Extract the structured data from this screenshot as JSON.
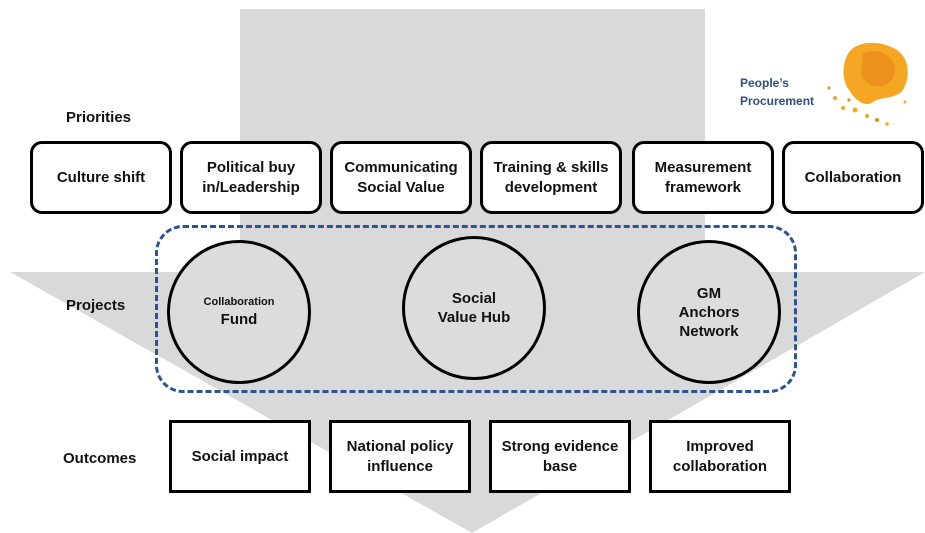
{
  "brand": {
    "line1": "People’s",
    "line2": "Procurement",
    "logo": "orange-map-icon"
  },
  "labels": {
    "priorities": "Priorities",
    "projects": "Projects",
    "outcomes": "Outcomes"
  },
  "priorities": [
    {
      "line1": "Culture shift",
      "line2": ""
    },
    {
      "line1": "Political buy",
      "line2": "in/Leadership"
    },
    {
      "line1": "Communicating",
      "line2": "Social Value"
    },
    {
      "line1": "Training & skills",
      "line2": "development"
    },
    {
      "line1": "Measurement",
      "line2": "framework"
    },
    {
      "line1": "Collaboration",
      "line2": ""
    }
  ],
  "projects": [
    {
      "small": "Collaboration",
      "lines": [
        "Fund"
      ]
    },
    {
      "small": "",
      "lines": [
        "Social",
        "Value Hub"
      ]
    },
    {
      "small": "",
      "lines": [
        "GM",
        "Anchors",
        "Network"
      ]
    }
  ],
  "outcomes": [
    {
      "line1": "Social impact",
      "line2": ""
    },
    {
      "line1": "National policy",
      "line2": "influence"
    },
    {
      "line1": "Strong evidence",
      "line2": "base"
    },
    {
      "line1": "Improved",
      "line2": "collaboration"
    }
  ],
  "colors": {
    "arrow": "#d9d9d9",
    "dashed_border": "#2e5393",
    "brand_text": "#2f4f7f",
    "logo": "#f5a623"
  }
}
